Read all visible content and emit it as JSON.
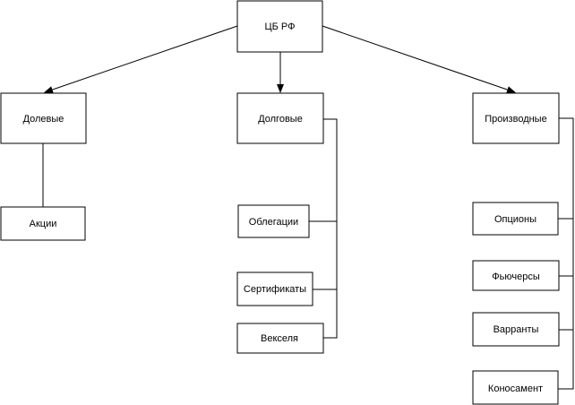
{
  "diagram": {
    "root": {
      "label": "ЦБ РФ"
    },
    "categories": [
      {
        "id": "equity",
        "label": "Долевые",
        "children": [
          "Акции"
        ]
      },
      {
        "id": "debt",
        "label": "Долговые",
        "children": [
          "Облегации",
          "Сертификаты",
          "Векселя"
        ]
      },
      {
        "id": "derivatives",
        "label": "Производные",
        "children": [
          "Опционы",
          "Фьючерсы",
          "Варранты",
          "Коносамент"
        ]
      }
    ]
  }
}
